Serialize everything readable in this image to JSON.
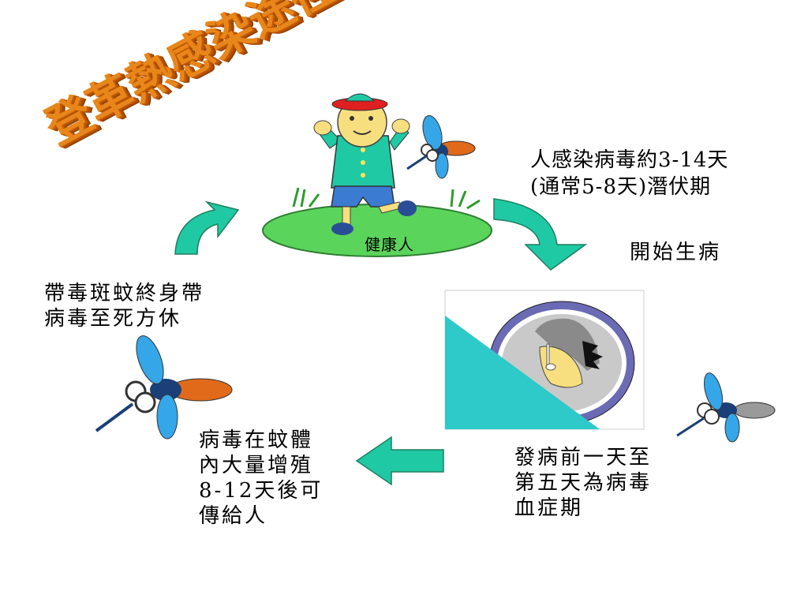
{
  "title": "登革熱感染途徑",
  "labels": {
    "healthy_person": "健康人",
    "incubation": "人感染病毒約3-14天\n(通常5-8天)潛伏期",
    "onset": "開始生病",
    "viremia": "發病前一天至\n第五天為病毒\n血症期",
    "multiply": "病毒在蚊體\n內大量增殖\n8-12天後可\n傳給人",
    "lifelong": "帶毒斑蚊終身帶\n病毒至死方休"
  },
  "colors": {
    "arrow_fill": "#1fc9a3",
    "arrow_stroke": "#1f7f5f",
    "grass": "#5bd45b",
    "shirt": "#1fc9a3",
    "title": "#e8861a"
  }
}
